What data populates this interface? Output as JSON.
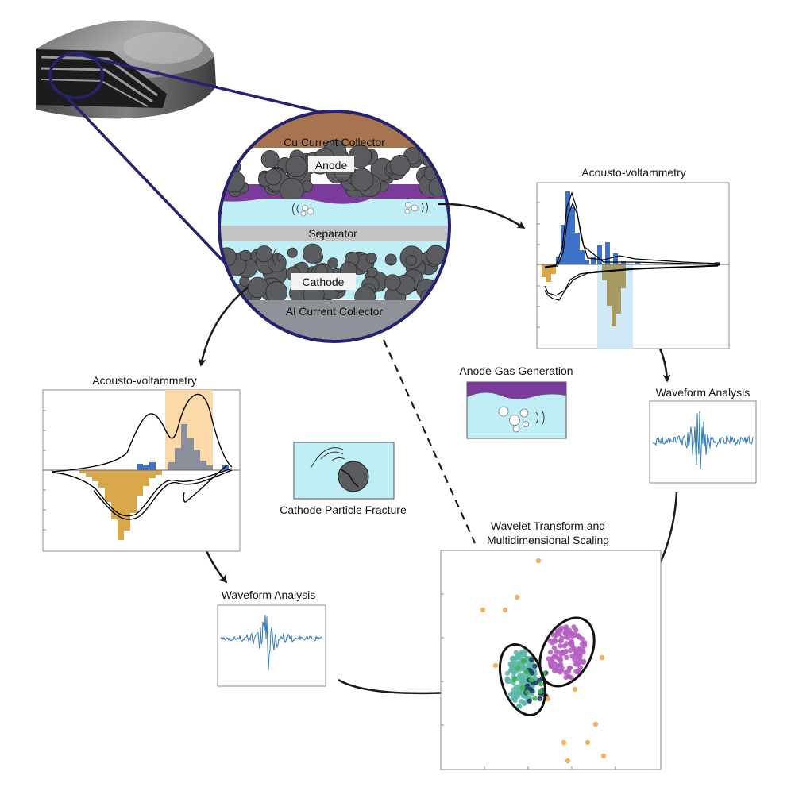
{
  "labels": {
    "cu_collector": "Cu Current Collector",
    "anode": "Anode",
    "separator": "Separator",
    "cathode": "Cathode",
    "al_collector": "Al Current Collector",
    "av_right_title": "Acousto-voltammetry",
    "av_left_title": "Acousto-voltammetry",
    "wf_right_title": "Waveform Analysis",
    "wf_left_title": "Waveform Analysis",
    "gas_title": "Anode Gas Generation",
    "fracture_title": "Cathode Particle Fracture",
    "mds_title_1": "Wavelet Transform and",
    "mds_title_2": "Multidimensional Scaling"
  },
  "colors": {
    "navy": "#25226e",
    "collector_cu": "#a77450",
    "collector_al": "#8f9399",
    "electrolyte": "#bfeef7",
    "anode_band": "#7a3b9a",
    "particle": "#595b5e",
    "separator": "#c2c3c5",
    "hist_blue": "#3f72c6",
    "hist_gold": "#d9a84a",
    "hist_khaki": "#a49a62",
    "highlight_orange": "#fbd9a8",
    "highlight_blue": "#cfe9f6",
    "signal": "#2d78bb",
    "scatter_teal": "#5db8a8",
    "scatter_magenta": "#b65fc3",
    "scatter_navy": "#1e3d66",
    "scatter_green": "#3fb24a",
    "scatter_orange": "#f2a94e"
  }
}
